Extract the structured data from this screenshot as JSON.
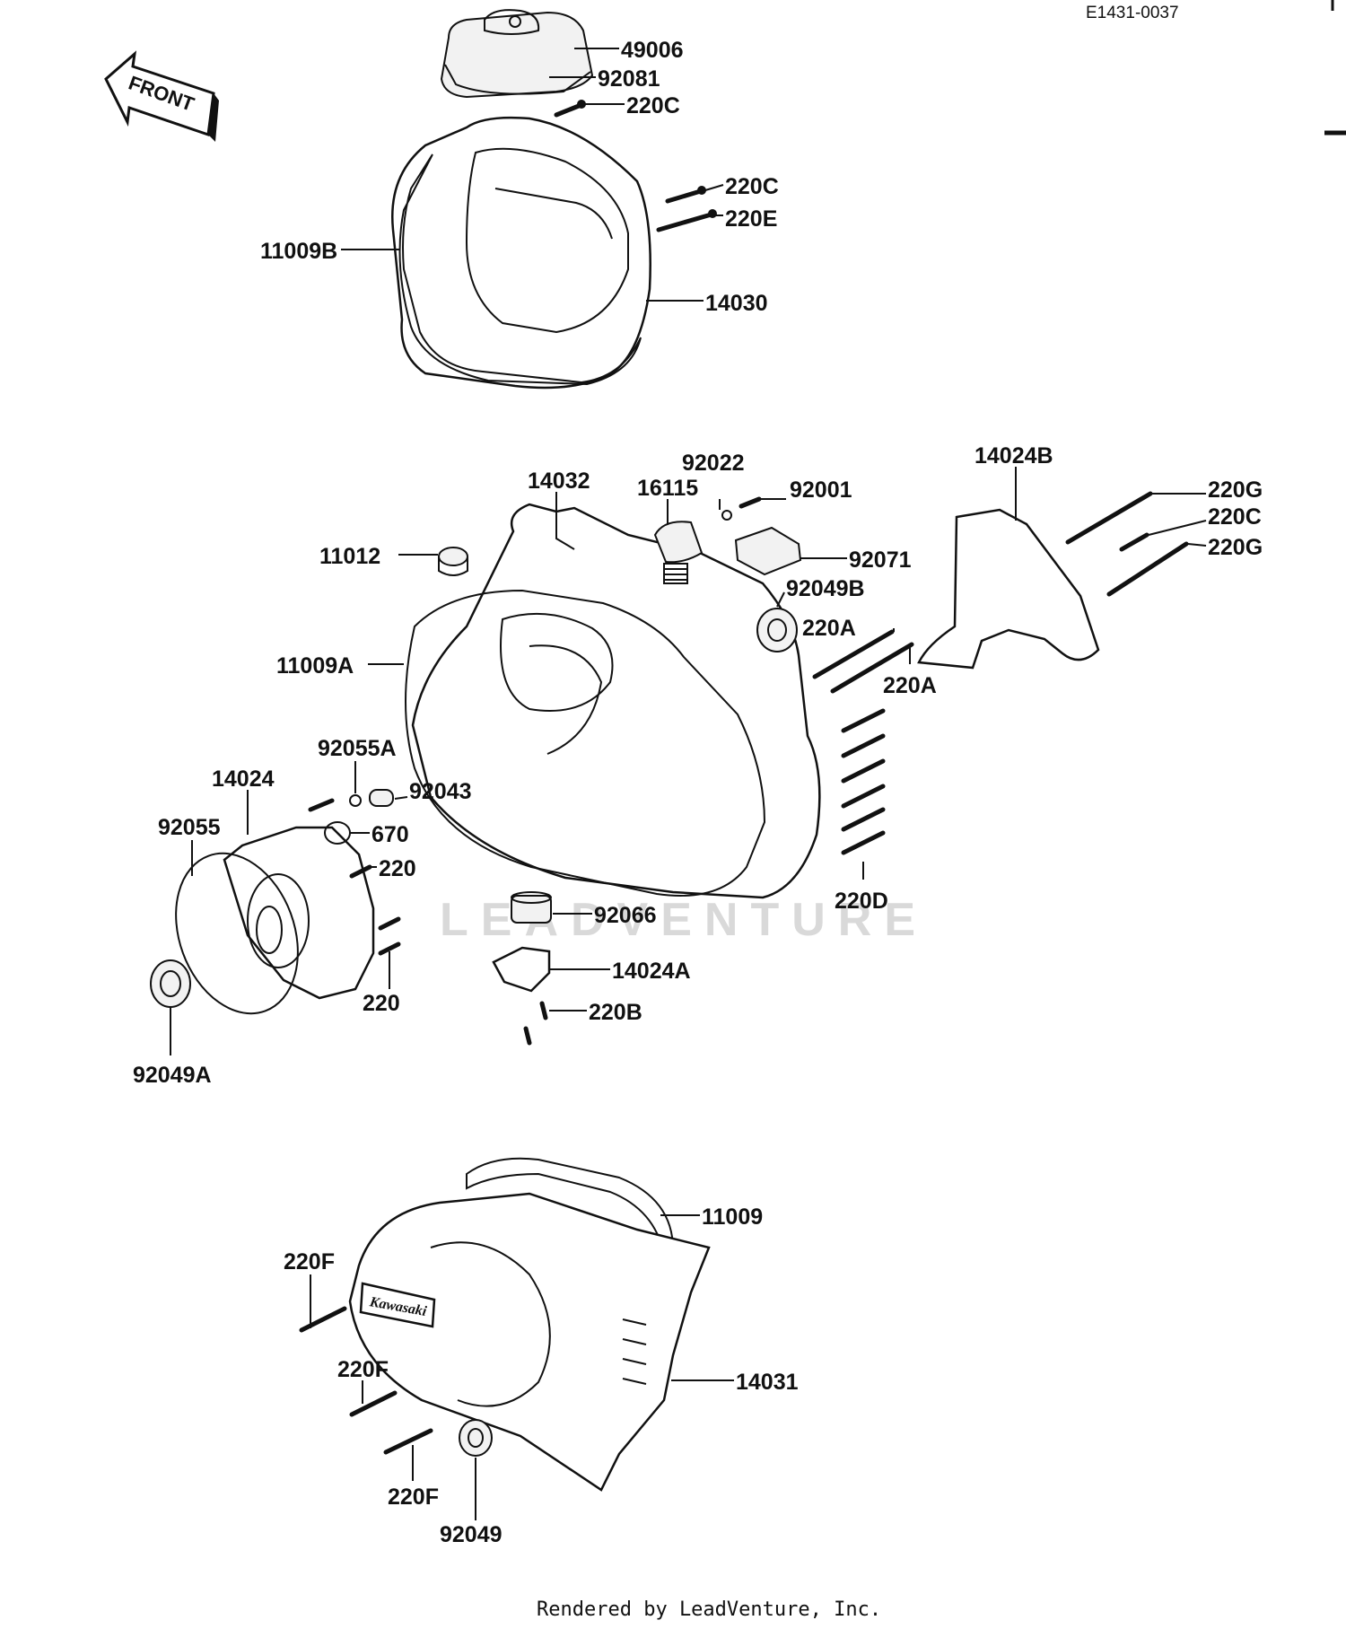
{
  "ref_code": "E1431-0037",
  "front_label": "FRONT",
  "watermark": "LEADVENTURE",
  "footer": "Rendered by LeadVenture, Inc.",
  "emblem_text": "Kawasaki",
  "labels": {
    "p49006": "49006",
    "p92081": "92081",
    "p220C_1": "220C",
    "p220C_2": "220C",
    "p220E": "220E",
    "p11009B": "11009B",
    "p14030": "14030",
    "p14032": "14032",
    "p92022": "92022",
    "p16115": "16115",
    "p92001": "92001",
    "p14024B": "14024B",
    "p220G_1": "220G",
    "p220C_3": "220C",
    "p220G_2": "220G",
    "p11012": "11012",
    "p92071": "92071",
    "p92049B": "92049B",
    "p220A_1": "220A",
    "p220A_2": "220A",
    "p11009A": "11009A",
    "p92055A": "92055A",
    "p14024": "14024",
    "p92043": "92043",
    "p92055": "92055",
    "p670": "670",
    "p220_1": "220",
    "p220D": "220D",
    "p92066": "92066",
    "p14024A": "14024A",
    "p220_2": "220",
    "p220B": "220B",
    "p92049A": "92049A",
    "p11009": "11009",
    "p220F_1": "220F",
    "p220F_2": "220F",
    "p14031": "14031",
    "p220F_3": "220F",
    "p92049": "92049"
  }
}
